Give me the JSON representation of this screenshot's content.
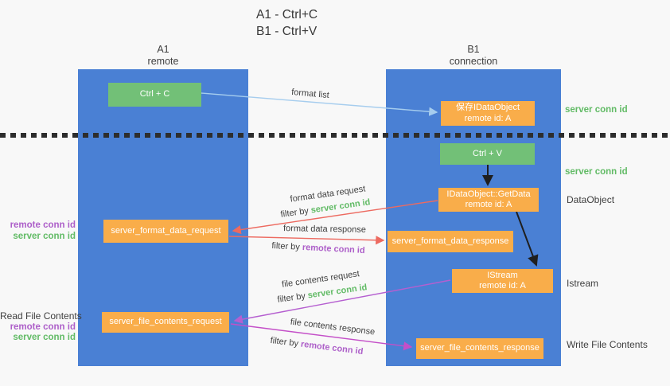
{
  "title": {
    "line1": "A1 - Ctrl+C",
    "line2": "B1 - Ctrl+V"
  },
  "columns": {
    "left": {
      "id": "A1",
      "name": "remote"
    },
    "right": {
      "id": "B1",
      "name": "connection"
    }
  },
  "boxes": {
    "ctrl_c": {
      "label": "Ctrl + C"
    },
    "ctrl_v": {
      "label": "Ctrl + V"
    },
    "save_idataobject": {
      "line1": "保存IDataObject",
      "line2": "remote id: A"
    },
    "getdata": {
      "line1": "IDataObject::GetData",
      "line2": "remote id: A"
    },
    "istream": {
      "line1": "IStream",
      "line2": "remote id: A"
    },
    "server_format_data_request": {
      "label": "server_format_data_request"
    },
    "server_format_data_response": {
      "label": "server_format_data_response"
    },
    "server_file_contents_request": {
      "label": "server_file_contents_request"
    },
    "server_file_contents_response": {
      "label": "server_file_contents_response"
    }
  },
  "arrow_labels": {
    "format_list": "format list",
    "format_data_request": "format data request",
    "format_data_response": "format data response",
    "file_contents_request": "file contents request",
    "file_contents_response": "file contents response",
    "filter_by": "filter by "
  },
  "side_labels": {
    "server_conn_id": "server conn id",
    "remote_conn_id": "remote conn id",
    "dataobject": "DataObject",
    "istream": "Istream",
    "read_file_contents": "Read File Contents",
    "write_file_contents": "Write File Contents"
  },
  "colors": {
    "column_blue": "#4a80d4",
    "box_green": "#72c077",
    "box_orange": "#f9ad4a",
    "arrow_lightblue": "#a6cdee",
    "arrow_red": "#ed6a60",
    "arrow_purple": "#b55fd0",
    "arrow_magenta": "#c44fc8",
    "label_green": "#62bb66",
    "label_purple": "#ad5fc9"
  }
}
